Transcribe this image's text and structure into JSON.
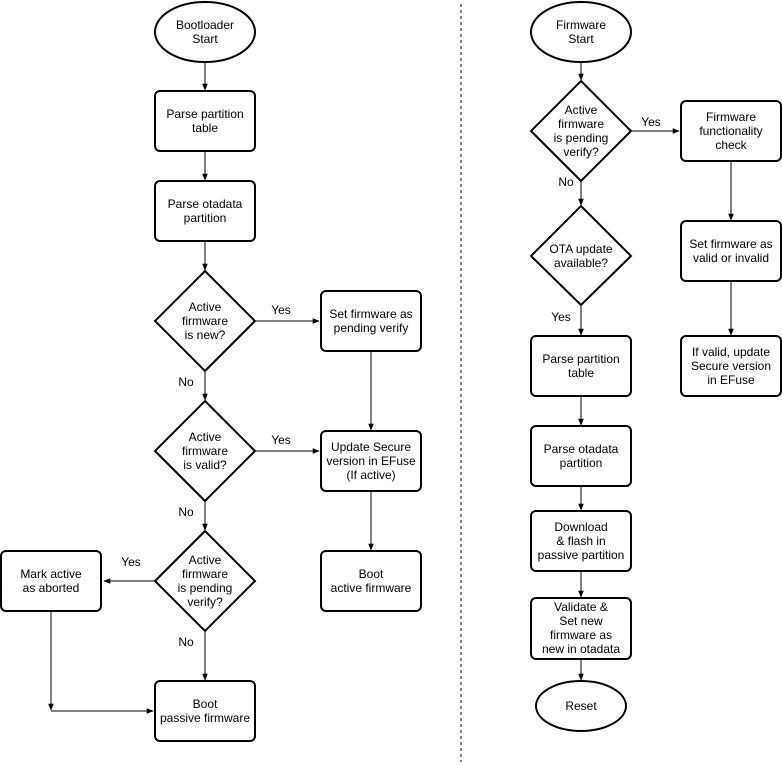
{
  "bootloader": {
    "start": [
      "Bootloader",
      "Start"
    ],
    "parse_partition": [
      "Parse partition",
      "table"
    ],
    "parse_otadata": [
      "Parse otadata",
      "partition"
    ],
    "is_new": [
      "Active",
      "firmware",
      "is new?"
    ],
    "set_pending": [
      "Set firmware as",
      "pending verify"
    ],
    "is_valid": [
      "Active",
      "firmware",
      "is valid?"
    ],
    "update_secure": [
      "Update Secure",
      "version in EFuse",
      "(If active)"
    ],
    "is_pending": [
      "Active",
      "firmware",
      "is pending",
      "verify?"
    ],
    "mark_aborted": [
      "Mark active",
      "as aborted"
    ],
    "boot_active": [
      "Boot",
      "active firmware"
    ],
    "boot_passive": [
      "Boot",
      "passive firmware"
    ]
  },
  "firmware": {
    "start": [
      "Firmware",
      "Start"
    ],
    "is_pending": [
      "Active",
      "firmware",
      "is pending",
      "verify?"
    ],
    "functionality_check": [
      "Firmware",
      "functionality",
      "check"
    ],
    "set_valid": [
      "Set firmware as",
      "valid or invalid"
    ],
    "update_secure": [
      "If valid, update",
      "Secure version",
      "in EFuse"
    ],
    "ota_available": [
      "OTA update",
      "available?"
    ],
    "parse_partition": [
      "Parse partition",
      "table"
    ],
    "parse_otadata": [
      "Parse otadata",
      "partition"
    ],
    "download": [
      "Download",
      "& flash in",
      "passive partition"
    ],
    "validate": [
      "Validate &",
      "Set new",
      "firmware as",
      "new in otadata"
    ],
    "reset": [
      "Reset"
    ]
  },
  "edge_labels": {
    "yes": "Yes",
    "no": "No"
  }
}
